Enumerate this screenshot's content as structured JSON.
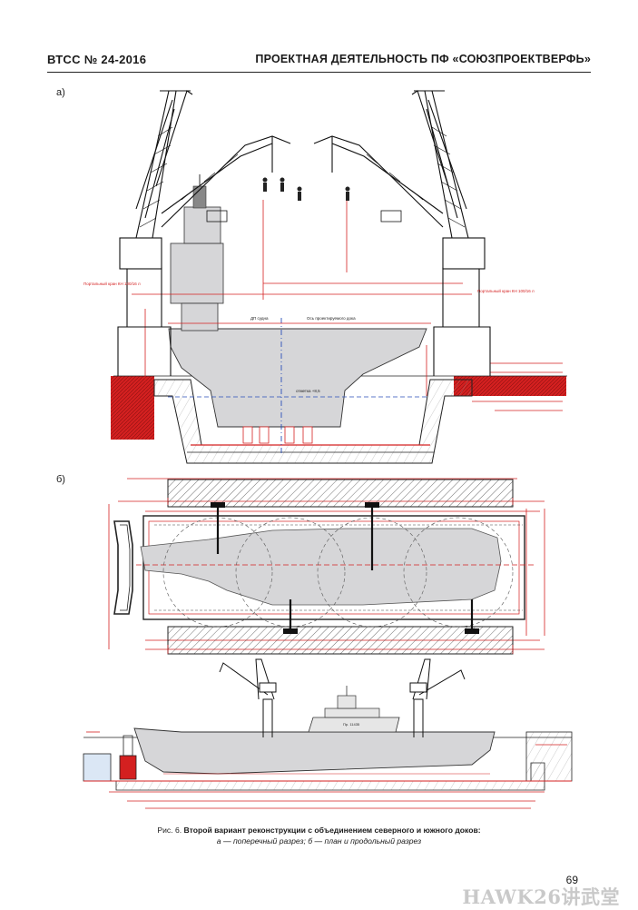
{
  "header": {
    "journal": "ВТСС № 24-2016",
    "section": "ПРОЕКТНАЯ ДЕЯТЕЛЬНОСТЬ ПФ «СОЮЗПРОЕКТВЕРФЬ»"
  },
  "panels": {
    "a_label": "а)",
    "b_label": "б)"
  },
  "drawing_labels": {
    "crane_left": "Портальный кран КН 100/16 л",
    "crane_right": "Портальный кран КН 100/16 л",
    "centerline": "Ось проектируемого дока",
    "waterline": "ДП судна",
    "level": "отметка +8,5",
    "ship_tag": "Пр. 11435"
  },
  "caption": {
    "prefix": "Рис. 6.",
    "title": "Второй вариант реконструкции с объединением северного и южного доков:",
    "line2": "а — поперечный разрез; б — план и продольный разрез"
  },
  "page_number": "69",
  "watermark": "HAWK26讲武堂",
  "colors": {
    "red": "#d42020",
    "gray_ship": "#d6d6d8",
    "ink": "#1a1a1a"
  }
}
